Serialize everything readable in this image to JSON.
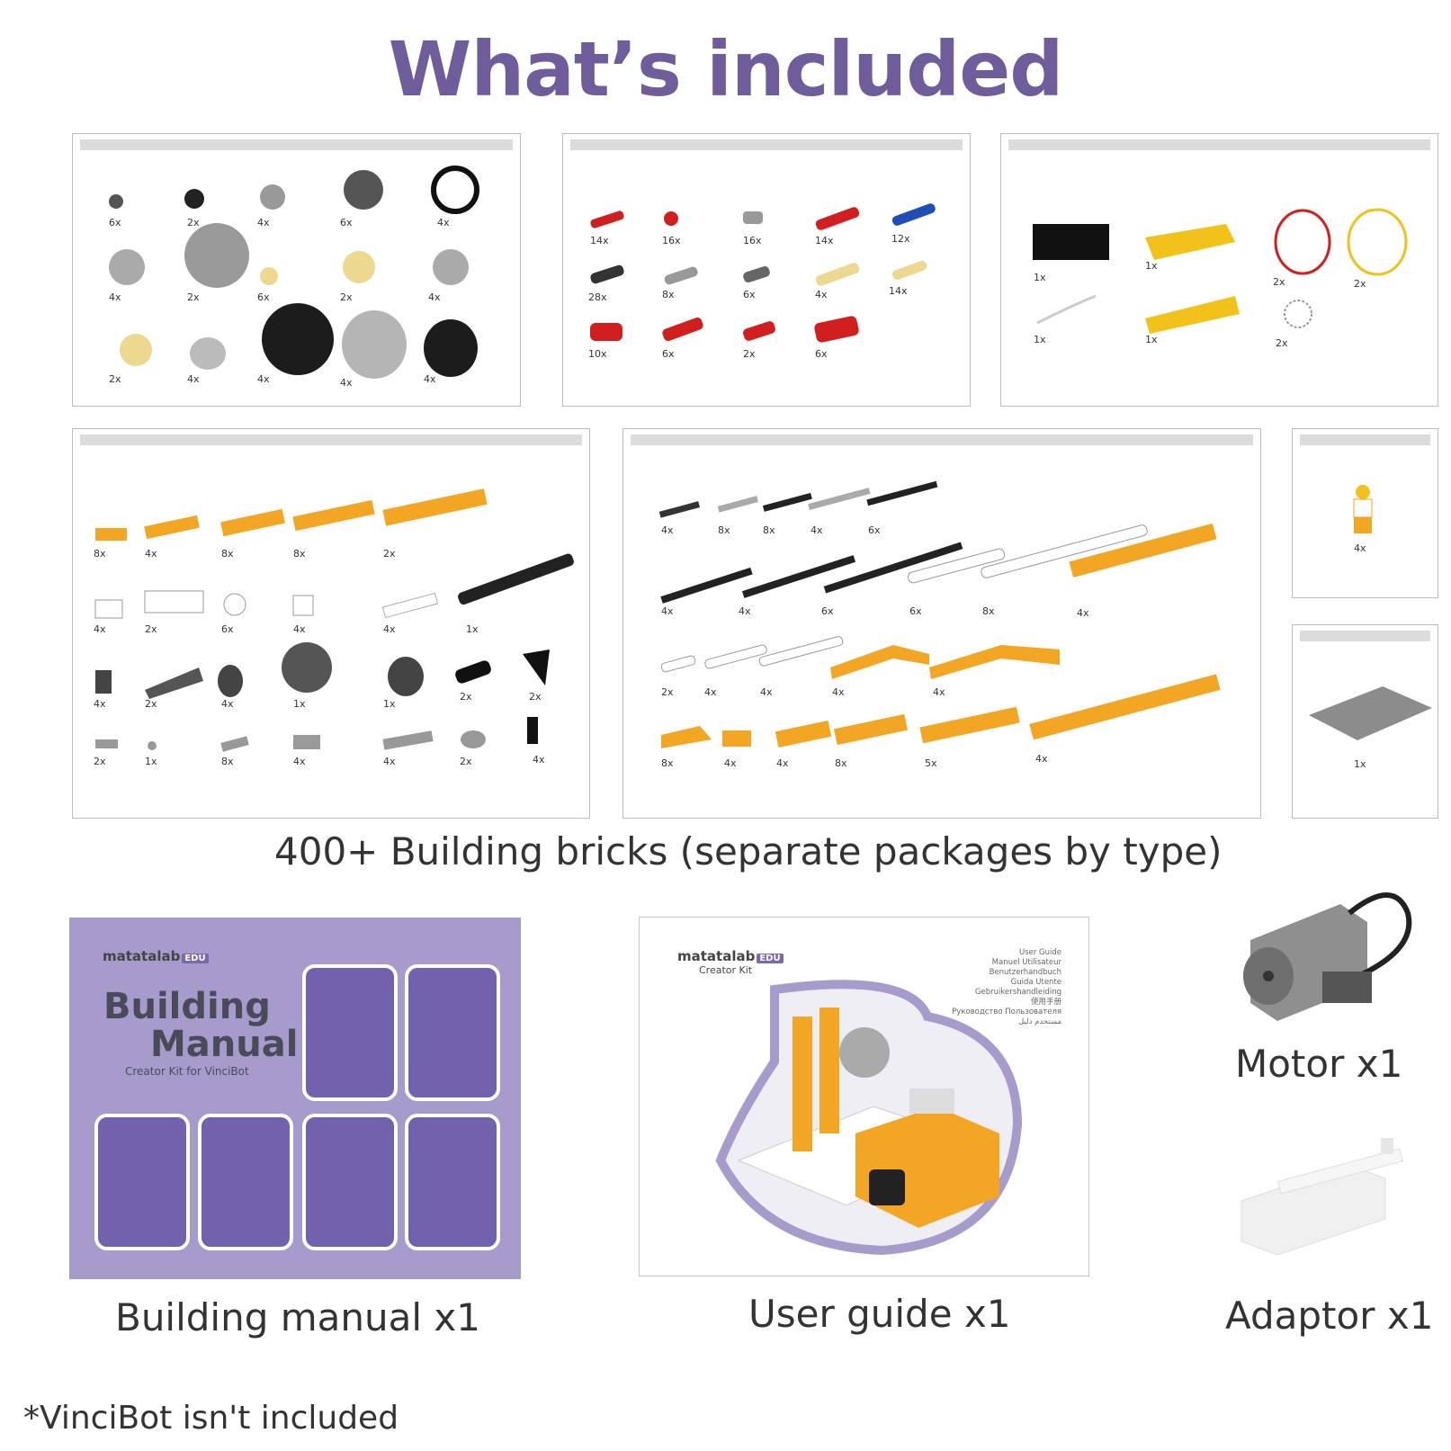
{
  "title": "What’s included",
  "colors": {
    "title": "#6e5d9a",
    "orange": "#f3a524",
    "red": "#d11f1f",
    "blue": "#1f4fb5",
    "yellow": "#f2c21a",
    "tan": "#ecd98f",
    "gray": "#9a9a9a",
    "dark": "#2a2a2a",
    "purple": "#a79bcc"
  },
  "panels": {
    "gears": [
      "6x",
      "2x",
      "4x",
      "6x",
      "4x",
      "4x",
      "2x",
      "6x",
      "2x",
      "4x",
      "2x",
      "4x",
      "4x",
      "4x",
      "4x"
    ],
    "pins": [
      "14x",
      "16x",
      "16x",
      "14x",
      "12x",
      "28x",
      "8x",
      "6x",
      "4x",
      "14x",
      "10x",
      "6x",
      "2x",
      "6x"
    ],
    "misc": [
      "1x",
      "1x",
      "2x",
      "2x",
      "1x",
      "1x",
      "2x"
    ],
    "bricks": [
      "8x",
      "4x",
      "8x",
      "8x",
      "2x",
      "4x",
      "2x",
      "6x",
      "4x",
      "4x",
      "1x",
      "4x",
      "2x",
      "4x",
      "1x",
      "1x",
      "2x",
      "2x",
      "2x",
      "1x",
      "8x",
      "4x",
      "4x",
      "2x",
      "4x"
    ],
    "beams": [
      "4x",
      "8x",
      "8x",
      "4x",
      "6x",
      "4x",
      "4x",
      "6x",
      "6x",
      "8x",
      "4x",
      "2x",
      "4x",
      "4x",
      "4x",
      "4x",
      "8x",
      "4x",
      "4x",
      "8x",
      "5x",
      "4x"
    ],
    "figure": [
      "4x"
    ],
    "plate": [
      "1x"
    ]
  },
  "caption_bricks": "400+ Building bricks (separate packages by type)",
  "manual": {
    "brand": "matatalab",
    "badge": "EDU",
    "title_line1": "Building",
    "title_line2": "Manual",
    "subtitle": "Creator Kit for VinciBot",
    "caption": "Building manual x1"
  },
  "guide": {
    "brand": "matatalab",
    "badge": "EDU",
    "subtitle": "Creator Kit",
    "languages": [
      "User Guide",
      "Manuel Utilisateur",
      "Benutzerhandbuch",
      "Guida Utente",
      "Gebruikershandleiding",
      "使用手册",
      "Руководство Пользователя",
      "مستخدم دليل"
    ],
    "caption": "User guide x1"
  },
  "motor_caption": "Motor x1",
  "adaptor_caption": "Adaptor x1",
  "footnote": "*VinciBot isn't included"
}
